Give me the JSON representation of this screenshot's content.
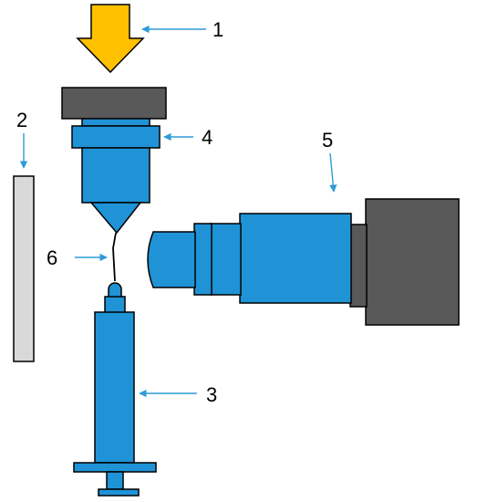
{
  "labels": {
    "l1": "1",
    "l2": "2",
    "l3": "3",
    "l4": "4",
    "l5": "5",
    "l6": "6"
  },
  "colors": {
    "blue": "#1f93d6",
    "dark_gray": "#595959",
    "light_gray": "#d9d9d9",
    "arrow_yellow": "#ffc000",
    "pointer_blue": "#2e9bd6"
  },
  "icons": {
    "heat_arrow": "down-arrow-icon"
  }
}
